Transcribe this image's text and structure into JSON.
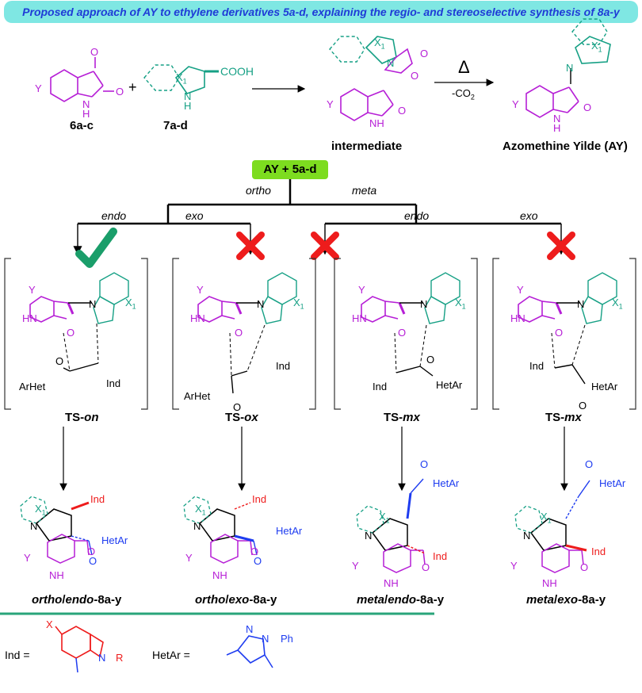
{
  "banner": {
    "title": "Proposed approach of AY to ethylene derivatives 5a-d, explaining the regio- and stereoselective synthesis of 8a-y"
  },
  "reactants": {
    "isatin_label": "6a-c",
    "amino_acid_label": "7a-d",
    "intermediate_label": "intermediate",
    "product_label": "Azomethine Yilde (AY)",
    "plus": "+",
    "delta": "Δ",
    "co2": "-CO",
    "co2_sub": "2",
    "cooh": "COOH"
  },
  "reagent_box": {
    "text": "AY  + 5a-d"
  },
  "branches": {
    "ortho": "ortho",
    "meta": "meta",
    "endo1": "endo",
    "exo1": "exo",
    "endo2": "endo",
    "exo2": "exo"
  },
  "transition_states": [
    {
      "label_prefix": "TS-",
      "label_suffix": "on",
      "status": "allowed",
      "left_sub": "ArHet",
      "right_sub": "Ind"
    },
    {
      "label_prefix": "TS-",
      "label_suffix": "ox",
      "status": "disallowed",
      "left_sub": "ArHet",
      "right_sub": "Ind"
    },
    {
      "label_prefix": "TS-",
      "label_suffix": "mx",
      "status": "disallowed",
      "left_sub": "Ind",
      "right_sub": "HetAr"
    },
    {
      "label_prefix": "TS-",
      "label_suffix": "mx",
      "status": "disallowed",
      "left_sub": "Ind",
      "right_sub": "HetAr"
    }
  ],
  "products": [
    {
      "part1": "ortho",
      "sep": "/",
      "part2": "endo",
      "suffix": "-8a-y"
    },
    {
      "part1": "ortho",
      "sep": "/",
      "part2": "exo",
      "suffix": "-8a-y"
    },
    {
      "part1": "meta",
      "sep": "/",
      "part2": "endo",
      "suffix": "-8a-y"
    },
    {
      "part1": "meta",
      "sep": "/",
      "part2": "exo",
      "suffix": "-8a-y"
    }
  ],
  "atoms": {
    "Y": "Y",
    "N": "N",
    "H": "H",
    "O": "O",
    "NH": "NH",
    "HN": "HN",
    "X1": "X",
    "sub1": "1",
    "X": "X",
    "R": "R",
    "Ph": "Ph",
    "Ind": "Ind",
    "HetAr": "HetAr",
    "ArHet": "ArHet"
  },
  "legend": {
    "ind_label": "Ind =",
    "hetar_label": "HetAr ="
  },
  "colors": {
    "magenta": "#b61fd6",
    "teal": "#16a085",
    "blue": "#1e3cf0",
    "red": "#ee1c1c",
    "banner": "#7fe7e3",
    "pill": "#7ddc1f",
    "check": "#1a9e6a",
    "cross": "#ee1c1c",
    "divider": "#2aa57a"
  }
}
